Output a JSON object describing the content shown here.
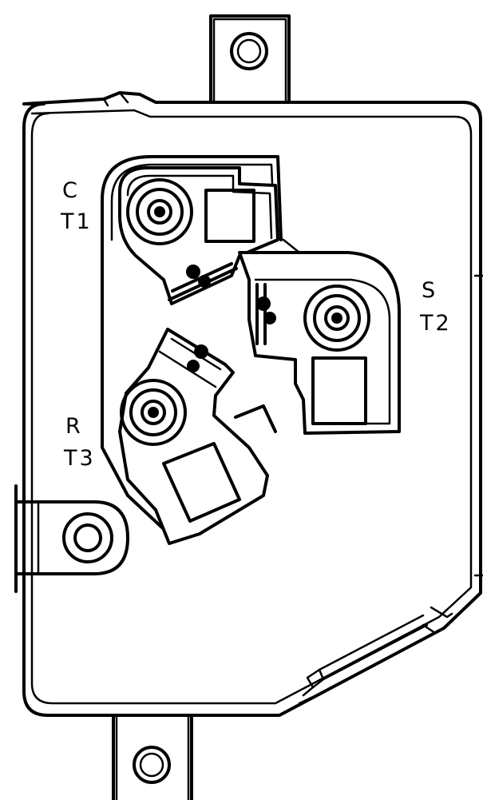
{
  "terminals": [
    {
      "id": "t1",
      "letter": "C",
      "code": "T1"
    },
    {
      "id": "t2",
      "letter": "S",
      "code": "T2"
    },
    {
      "id": "t3",
      "letter": "R",
      "code": "T3"
    }
  ],
  "colors": {
    "line": "#000000",
    "background": "#ffffff"
  }
}
